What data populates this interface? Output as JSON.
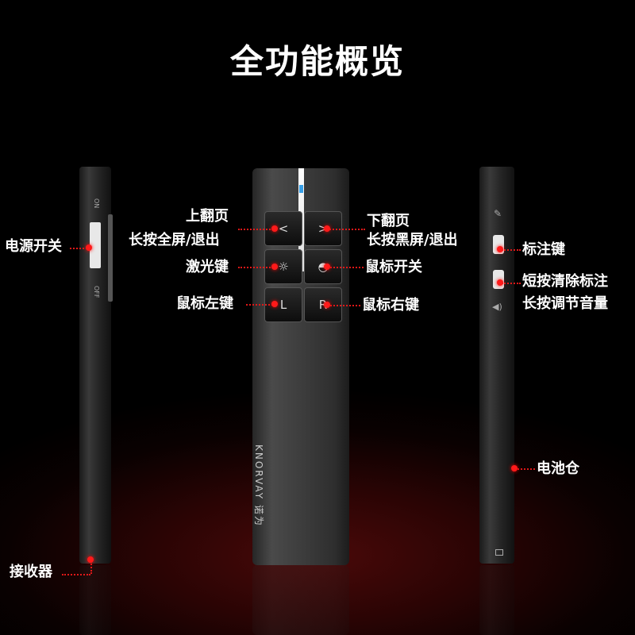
{
  "title": "全功能概览",
  "brand": "KNORVAY 诺为",
  "switch": {
    "on": "ON",
    "off": "OFF"
  },
  "keys": {
    "prev": "<",
    "next": ">",
    "laser": "☼",
    "mouse": "◓",
    "left": "L",
    "right": "R"
  },
  "labels": {
    "power": "电源开关",
    "receiver": "接收器",
    "prev_page": "上翻页",
    "prev_page_long": "长按全屏/退出",
    "laser": "激光键",
    "left_click": "鼠标左键",
    "next_page": "下翻页",
    "next_page_long": "长按黑屏/退出",
    "mouse_toggle": "鼠标开关",
    "right_click": "鼠标右键",
    "annotate": "标注键",
    "clear_annotate": "短按清除标注",
    "volume": "长按调节音量",
    "battery": "电池仓"
  },
  "colors": {
    "accent": "#e01818",
    "led": "#38a0e8"
  }
}
